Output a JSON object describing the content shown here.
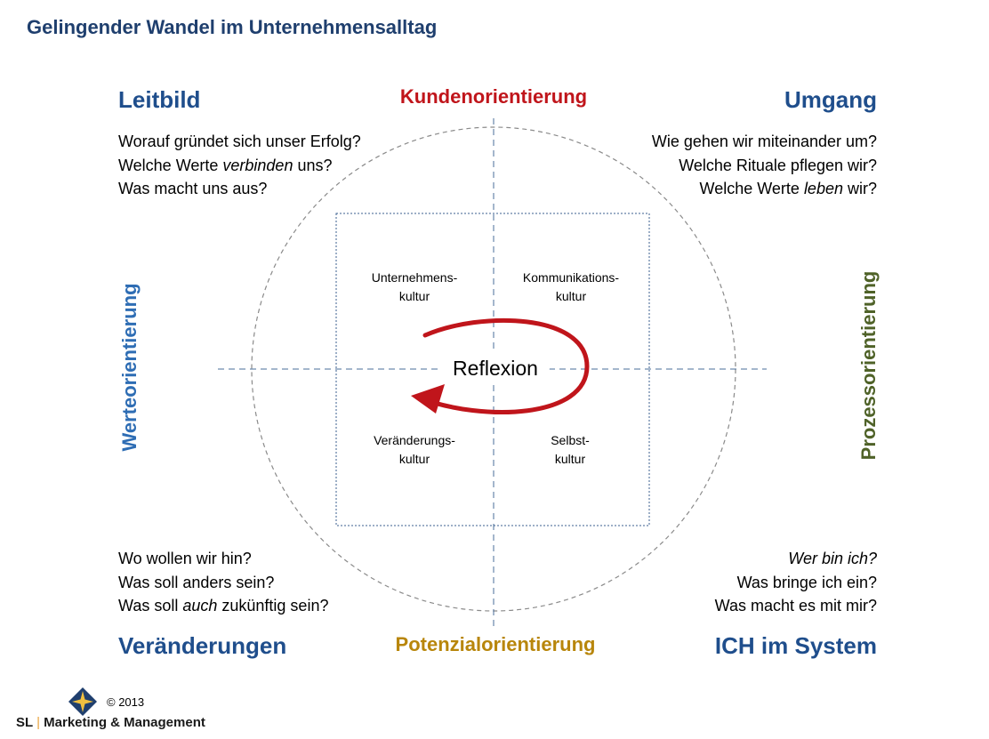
{
  "title": "Gelingender Wandel im Unternehmensalltag",
  "corners": {
    "top_left": {
      "heading": "Leitbild",
      "lines": [
        [
          "Worauf gründet sich unser Erfolg?"
        ],
        [
          "Welche Werte ",
          "verbinden",
          " uns?"
        ],
        [
          "Was macht uns aus?"
        ]
      ]
    },
    "top_right": {
      "heading": "Umgang",
      "lines": [
        [
          "Wie gehen wir miteinander um?"
        ],
        [
          "Welche Rituale pflegen wir?"
        ],
        [
          "Welche Werte ",
          "leben",
          " wir?"
        ]
      ]
    },
    "bottom_left": {
      "heading": "Veränderungen",
      "lines": [
        [
          "Wo wollen wir hin?"
        ],
        [
          "Was soll anders sein?"
        ],
        [
          "Was soll ",
          "auch",
          " zukünftig sein?"
        ]
      ]
    },
    "bottom_right": {
      "heading": "ICH im System",
      "lines": [
        [
          "",
          "Wer bin ich?",
          ""
        ],
        [
          "Was bringe ich ein?"
        ],
        [
          "Was macht es mit mir?"
        ]
      ]
    }
  },
  "axes": {
    "top": {
      "label": "Kundenorientierung",
      "color": "#c0151b"
    },
    "bottom": {
      "label": "Potenzialorientierung",
      "color": "#b8860b"
    },
    "left": {
      "label": "Werteorientierung",
      "color": "#2e6db4"
    },
    "right": {
      "label": "Prozessorientierung",
      "color": "#4f6228"
    }
  },
  "cells": {
    "top_left": [
      "Unternehmens-",
      "kultur"
    ],
    "top_right": [
      "Kommunikations-",
      "kultur"
    ],
    "bottom_left": [
      "Veränderungs-",
      "kultur"
    ],
    "bottom_right": [
      "Selbst-",
      "kultur"
    ]
  },
  "center": {
    "label": "Reflexion",
    "arrow_color": "#c0151b"
  },
  "footer": {
    "copyright": "© 2013",
    "brand_left": "SL",
    "brand_sep": "|",
    "brand_right": "Marketing & Management"
  },
  "colors": {
    "title": "#1f3f6e",
    "heading": "#1f4e8c",
    "dash_line": "#8a8a8a",
    "square_line": "#3b5f8f"
  }
}
